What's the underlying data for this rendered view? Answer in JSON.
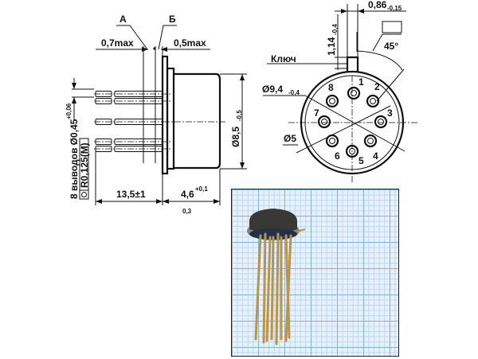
{
  "side_view": {
    "label_a": "А",
    "label_b": "Б",
    "dim_left_gap": "0,7max",
    "dim_right_gap": "0,5max",
    "dim_diameter": "Ø8,5",
    "dim_diameter_tol": "-0,5",
    "dim_lead_length": "13,5±1",
    "dim_body_length": "4,6",
    "dim_body_tol_upper": "+0,1",
    "dim_body_tol_lower": "0,3",
    "leads_note": "8 выводов Ø0,45",
    "leads_tol": "+0,06",
    "position_tolerance": "R0,125(M)"
  },
  "end_view": {
    "key_label": "Ключ",
    "dim_key_width": "0,86",
    "dim_key_width_tol": "-0,15",
    "dim_key_height": "1,14",
    "dim_key_height_tol": "-0,4",
    "angle": "45°",
    "dim_flange": "Ø9,4",
    "dim_flange_tol": "-0,4",
    "dim_pin_circle": "Ø5",
    "pins": [
      "1",
      "2",
      "3",
      "4",
      "5",
      "6",
      "7",
      "8"
    ]
  },
  "colors": {
    "grid_major": "#7fb3e6",
    "grid_minor": "#b9d6f2",
    "lead_gold": "#b8954a",
    "can": "#3a3835"
  }
}
